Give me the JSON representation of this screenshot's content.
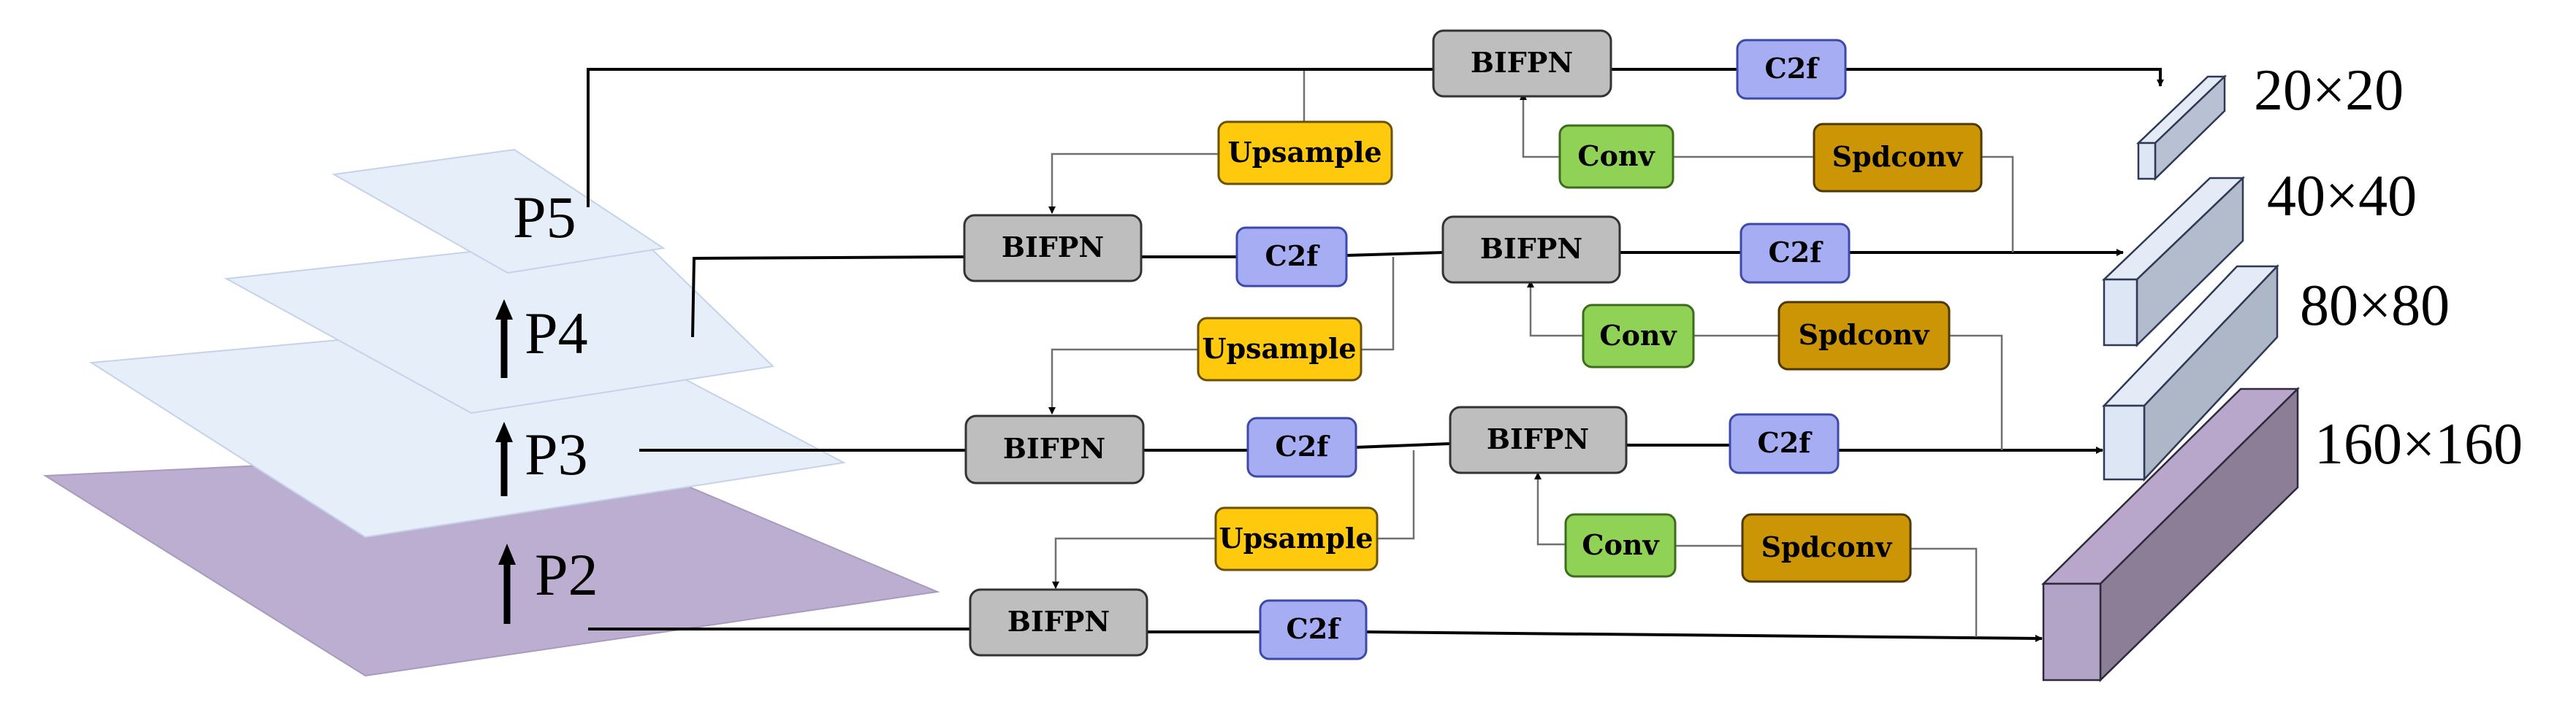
{
  "colors": {
    "bifpn": "#bebebe",
    "c2f": "#a7adf2",
    "upsample": "#ffc90e",
    "conv": "#8fd255",
    "spdconv": "#cc9505",
    "layer_light": "#e6eefa",
    "layer_p2": "#bcaed0",
    "line": "#000000",
    "line_thin": "#707070"
  },
  "pyramid": {
    "p5": "P5",
    "p4": "P4",
    "p3": "P3",
    "p2": "P2"
  },
  "nodes": {
    "bifpn": "BIFPN",
    "c2f": "C2f",
    "upsample": "Upsample",
    "conv": "Conv",
    "spdconv": "Spdconv"
  },
  "outputs": {
    "o20": "20×20",
    "o40": "40×40",
    "o80": "80×80",
    "o160": "160×160"
  }
}
